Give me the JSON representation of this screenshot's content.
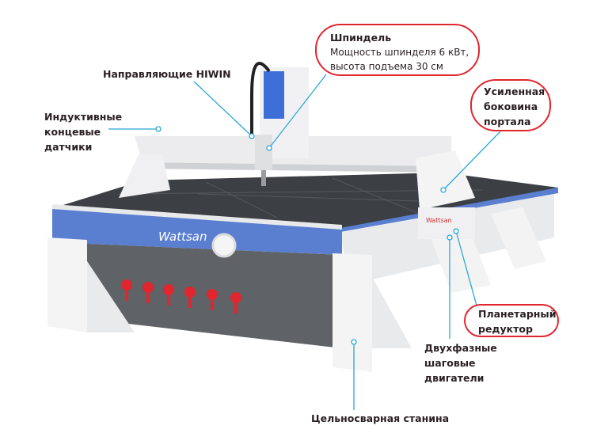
{
  "brand": "Wattsan",
  "brand_small": "Wattsan",
  "labels": {
    "guides": "Направляющие HIWIN",
    "sensors": [
      "Индуктивные",
      "концевые",
      "датчики"
    ],
    "spindle_title": "Шпиндель",
    "spindle_desc": [
      "Мощность шпинделя 6 кВт,",
      "высота подъема 30 см"
    ],
    "portal_side": [
      "Усиленная",
      "боковина",
      "портала"
    ],
    "gearbox": [
      "Планетарный",
      "редуктор"
    ],
    "motors": [
      "Двухфазные",
      "шаговые",
      "двигатели"
    ],
    "frame": "Цельносварная станина"
  },
  "colors": {
    "accent_red": "#e0262e",
    "line_blue": "#2aa8d8",
    "band_blue": "#5a7fd0",
    "body_grey": "#5f6266",
    "table_dark": "#3c3f44"
  }
}
